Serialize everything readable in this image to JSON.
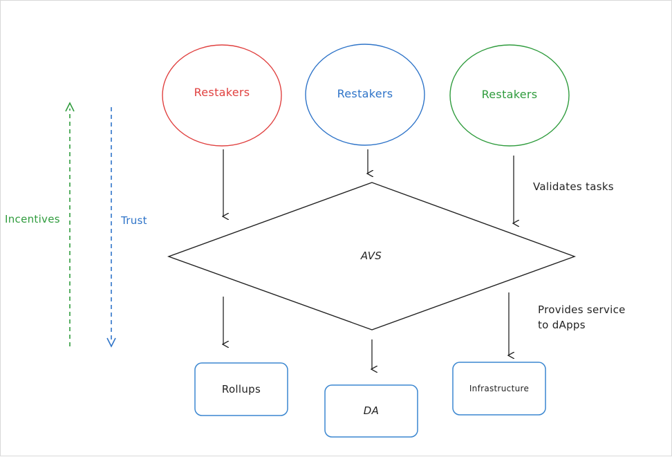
{
  "diagram": {
    "restakers": [
      {
        "label": "Restakers",
        "color": "#e0403f"
      },
      {
        "label": "Restakers",
        "color": "#2d73c8"
      },
      {
        "label": "Restakers",
        "color": "#2e9b3c"
      }
    ],
    "avs": {
      "label": "AVS"
    },
    "outputs": [
      {
        "label": "Rollups"
      },
      {
        "label": "DA"
      },
      {
        "label": "Infrastructure"
      }
    ],
    "annotations": {
      "validates": "Validates tasks",
      "provides_line1": "Provides service",
      "provides_line2": "to dApps"
    },
    "side_arrows": {
      "incentives": {
        "label": "Incentives",
        "color": "#2e9b3c"
      },
      "trust": {
        "label": "Trust",
        "color": "#2d73c8"
      }
    },
    "colors": {
      "stroke": "#222222",
      "box_stroke": "#3a86d0"
    }
  }
}
